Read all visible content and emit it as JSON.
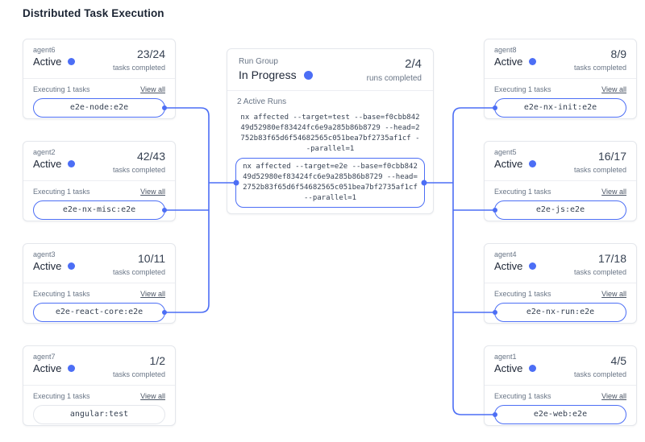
{
  "page": {
    "title": "Distributed Task Execution"
  },
  "colors": {
    "accent": "#4c6ef5",
    "card_border": "#e4e7ec",
    "text_dark": "#202939",
    "text_gray": "#697586"
  },
  "run_group": {
    "label": "Run Group",
    "status": "In Progress",
    "fraction": "2/4",
    "fraction_caption": "runs completed",
    "active_runs_label": "2 Active Runs",
    "runs": [
      {
        "command": "nx affected --target=test --base=f0cbb84249d52980ef83424fc6e9a285b86b8729 --head=2752b83f65d6f54682565c051bea7bf2735af1cf --parallel=1",
        "highlighted": false
      },
      {
        "command": "nx affected --target=e2e --base=f0cbb84249d52980ef83424fc6e9a285b86b8729 --head=2752b83f65d6f54682565c051bea7bf2735af1cf --parallel=1",
        "highlighted": true
      }
    ]
  },
  "agents_left": [
    {
      "name": "agent6",
      "status": "Active",
      "fraction": "23/24",
      "caption": "tasks completed",
      "executing_label": "Executing 1 tasks",
      "view_all_label": "View all",
      "task": "e2e-node:e2e",
      "task_highlighted": true
    },
    {
      "name": "agent2",
      "status": "Active",
      "fraction": "42/43",
      "caption": "tasks completed",
      "executing_label": "Executing 1 tasks",
      "view_all_label": "View all",
      "task": "e2e-nx-misc:e2e",
      "task_highlighted": true
    },
    {
      "name": "agent3",
      "status": "Active",
      "fraction": "10/11",
      "caption": "tasks completed",
      "executing_label": "Executing 1 tasks",
      "view_all_label": "View all",
      "task": "e2e-react-core:e2e",
      "task_highlighted": true
    },
    {
      "name": "agent7",
      "status": "Active",
      "fraction": "1/2",
      "caption": "tasks completed",
      "executing_label": "Executing 1 tasks",
      "view_all_label": "View all",
      "task": "angular:test",
      "task_highlighted": false
    }
  ],
  "agents_right": [
    {
      "name": "agent8",
      "status": "Active",
      "fraction": "8/9",
      "caption": "tasks completed",
      "executing_label": "Executing 1 tasks",
      "view_all_label": "View all",
      "task": "e2e-nx-init:e2e",
      "task_highlighted": true
    },
    {
      "name": "agent5",
      "status": "Active",
      "fraction": "16/17",
      "caption": "tasks completed",
      "executing_label": "Executing 1 tasks",
      "view_all_label": "View all",
      "task": "e2e-js:e2e",
      "task_highlighted": true
    },
    {
      "name": "agent4",
      "status": "Active",
      "fraction": "17/18",
      "caption": "tasks completed",
      "executing_label": "Executing 1 tasks",
      "view_all_label": "View all",
      "task": "e2e-nx-run:e2e",
      "task_highlighted": true
    },
    {
      "name": "agent1",
      "status": "Active",
      "fraction": "4/5",
      "caption": "tasks completed",
      "executing_label": "Executing 1 tasks",
      "view_all_label": "View all",
      "task": "e2e-web:e2e",
      "task_highlighted": true
    }
  ]
}
